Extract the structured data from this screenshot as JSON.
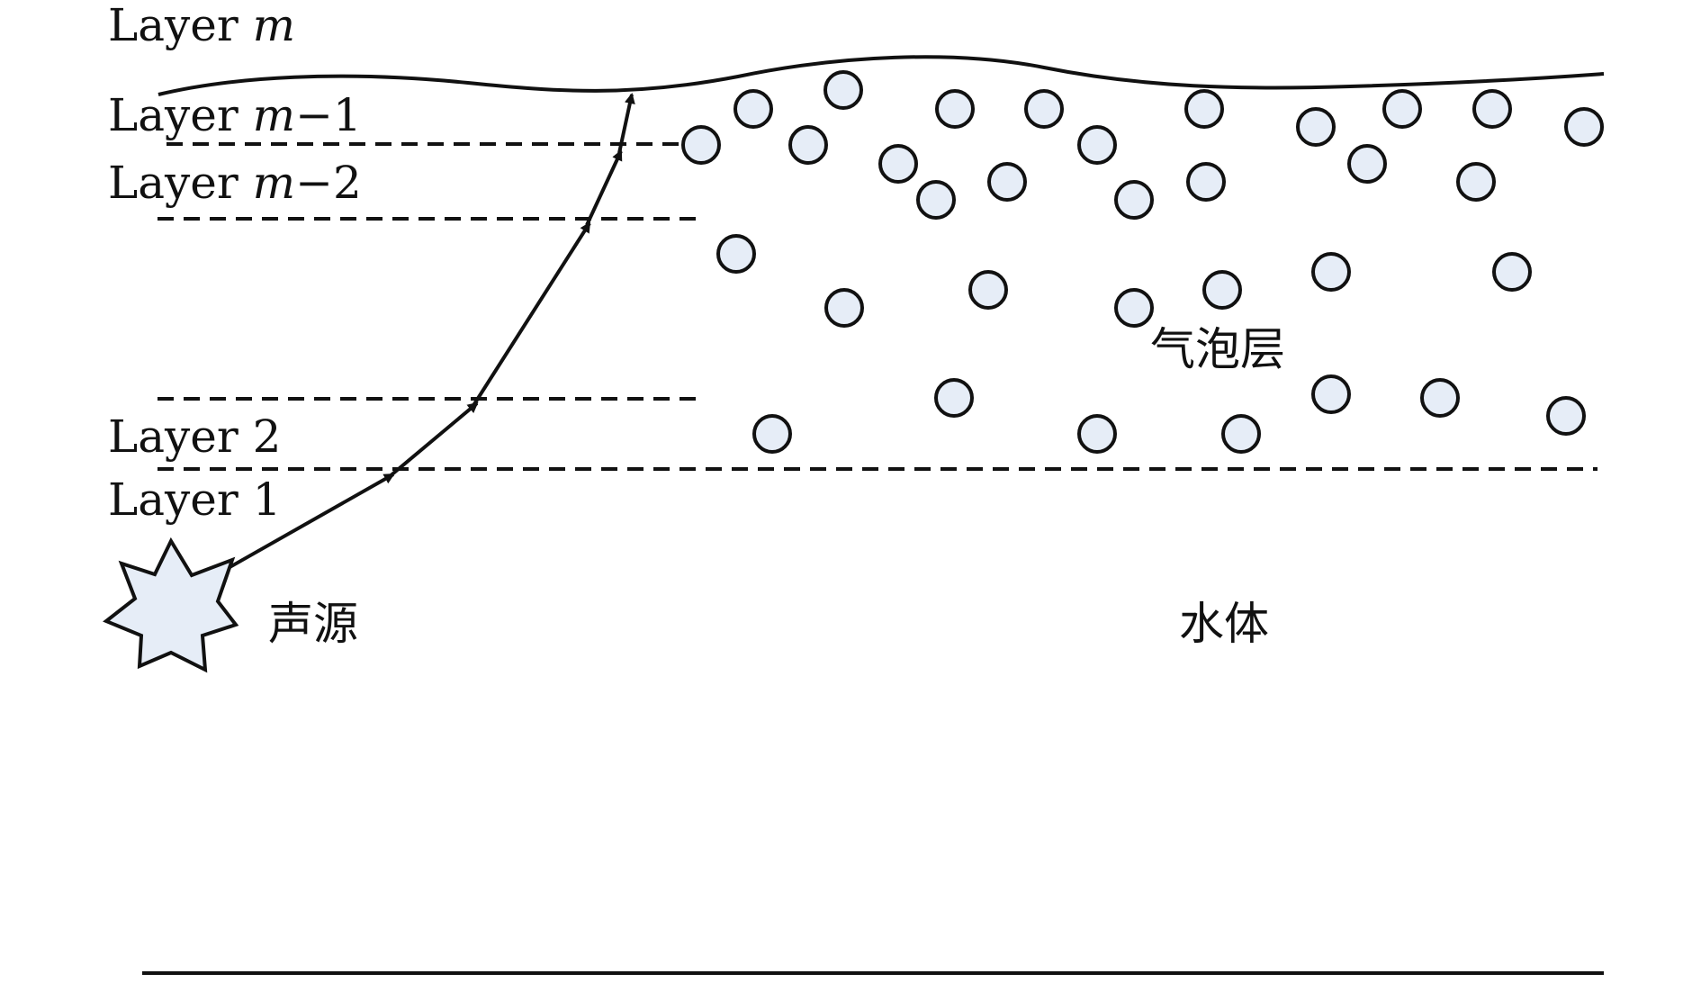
{
  "layers": [
    {
      "name": "Layer",
      "var": "m",
      "suffix": ""
    },
    {
      "name": "Layer",
      "var": "m",
      "suffix": "−1"
    },
    {
      "name": "Layer",
      "var": "m",
      "suffix": "−2"
    },
    {
      "name": "Layer",
      "var": "",
      "suffix": "2"
    },
    {
      "name": "Layer",
      "var": "",
      "suffix": "1"
    }
  ],
  "labels": {
    "source": "声源",
    "bubble_layer": "气泡层",
    "water": "水体"
  },
  "colors": {
    "stroke": "#111111",
    "bubble_fill": "#e6edf7",
    "source_fill": "#e6edf7"
  },
  "icons": {
    "source": "star-burst-icon",
    "bubble": "circle-icon",
    "ray_arrow": "arrow-icon"
  }
}
